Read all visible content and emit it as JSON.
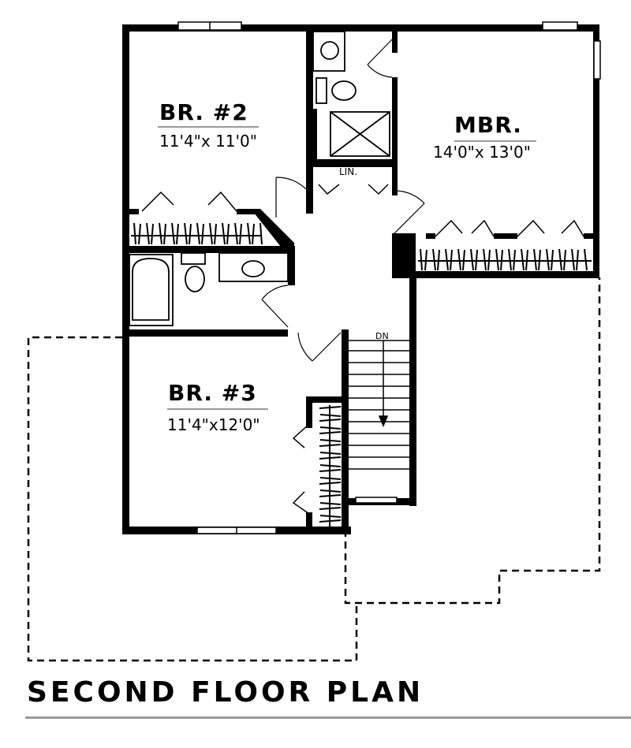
{
  "title": "SECOND FLOOR PLAN",
  "rooms": {
    "br2": {
      "name": "BR. #2",
      "dimensions": "11'4\"x 11'0\""
    },
    "mbr": {
      "name": "MBR.",
      "dimensions": "14'0\"x 13'0\""
    },
    "br3": {
      "name": "BR. #3",
      "dimensions": "11'4\"x12'0\""
    },
    "linen": {
      "name": "LIN."
    }
  },
  "stairs": {
    "direction_label": "DN"
  },
  "colors": {
    "wall": "#000000",
    "rule": "#9a9a9a",
    "background": "#ffffff"
  }
}
